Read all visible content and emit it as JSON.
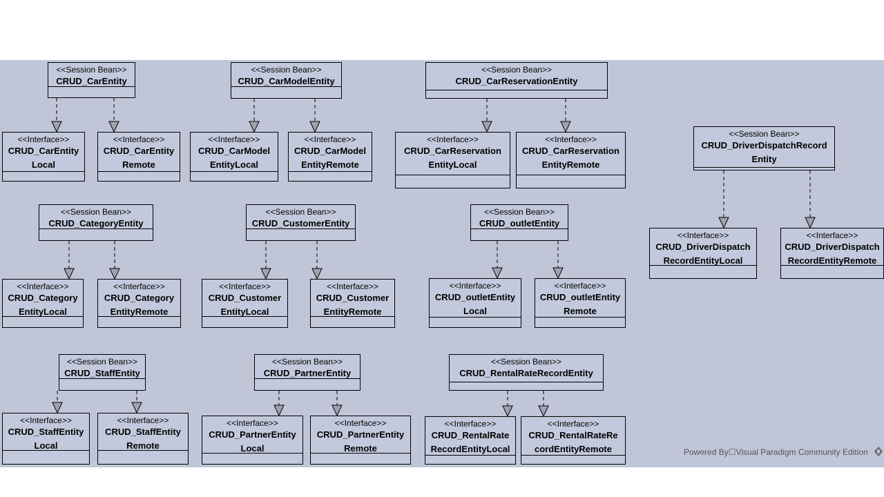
{
  "boxes": [
    {
      "id": "b1",
      "stereo": "<<Session Bean>>",
      "name": "CRUD_CarEntity"
    },
    {
      "id": "b2",
      "stereo": "<<Interface>>",
      "name": "CRUD_CarEntity\nLocal"
    },
    {
      "id": "b3",
      "stereo": "<<Interface>>",
      "name": "CRUD_CarEntity\nRemote"
    },
    {
      "id": "b4",
      "stereo": "<<Session Bean>>",
      "name": "CRUD_CarModelEntity"
    },
    {
      "id": "b5",
      "stereo": "<<Interface>>",
      "name": "CRUD_CarModel\nEntityLocal"
    },
    {
      "id": "b6",
      "stereo": "<<Interface>>",
      "name": "CRUD_CarModel\nEntityRemote"
    },
    {
      "id": "b7",
      "stereo": "<<Session Bean>>",
      "name": "CRUD_CarReservationEntity"
    },
    {
      "id": "b8",
      "stereo": "<<Interface>>",
      "name": "CRUD_CarReservation\nEntityLocal"
    },
    {
      "id": "b9",
      "stereo": "<<Interface>>",
      "name": "CRUD_CarReservation\nEntityRemote"
    },
    {
      "id": "b10",
      "stereo": "<<Session Bean>>",
      "name": "CRUD_DriverDispatchRecord\nEntity"
    },
    {
      "id": "b11",
      "stereo": "<<Interface>>",
      "name": "CRUD_DriverDispatch\nRecordEntityLocal"
    },
    {
      "id": "b12",
      "stereo": "<<Interface>>",
      "name": "CRUD_DriverDispatch\nRecordEntityRemote"
    },
    {
      "id": "b13",
      "stereo": "<<Session Bean>>",
      "name": "CRUD_CategoryEntity"
    },
    {
      "id": "b14",
      "stereo": "<<Interface>>",
      "name": "CRUD_Category\nEntityLocal"
    },
    {
      "id": "b15",
      "stereo": "<<Interface>>",
      "name": "CRUD_Category\nEntityRemote"
    },
    {
      "id": "b16",
      "stereo": "<<Session Bean>>",
      "name": "CRUD_CustomerEntity"
    },
    {
      "id": "b17",
      "stereo": "<<Interface>>",
      "name": "CRUD_Customer\nEntityLocal"
    },
    {
      "id": "b18",
      "stereo": "<<Interface>>",
      "name": "CRUD_Customer\nEntityRemote"
    },
    {
      "id": "b19",
      "stereo": "<<Session Bean>>",
      "name": "CRUD_outletEntity"
    },
    {
      "id": "b20",
      "stereo": "<<Interface>>",
      "name": "CRUD_outletEntity\nLocal"
    },
    {
      "id": "b21",
      "stereo": "<<Interface>>",
      "name": "CRUD_outletEntity\nRemote"
    },
    {
      "id": "b22",
      "stereo": "<<Session Bean>>",
      "name": "CRUD_StaffEntity"
    },
    {
      "id": "b23",
      "stereo": "<<Interface>>",
      "name": "CRUD_StaffEntity\nLocal"
    },
    {
      "id": "b24",
      "stereo": "<<Interface>>",
      "name": "CRUD_StaffEntity\nRemote"
    },
    {
      "id": "b25",
      "stereo": "<<Session Bean>>",
      "name": "CRUD_PartnerEntity"
    },
    {
      "id": "b26",
      "stereo": "<<Interface>>",
      "name": "CRUD_PartnerEntity\nLocal"
    },
    {
      "id": "b27",
      "stereo": "<<Interface>>",
      "name": "CRUD_PartnerEntity\nRemote"
    },
    {
      "id": "b28",
      "stereo": "<<Session Bean>>",
      "name": "CRUD_RentalRateRecordEntity"
    },
    {
      "id": "b29",
      "stereo": "<<Interface>>",
      "name": "CRUD_RentalRate\nRecordEntityLocal"
    },
    {
      "id": "b30",
      "stereo": "<<Interface>>",
      "name": "CRUD_RentalRateRe\ncordEntityRemote"
    }
  ],
  "links": [
    {
      "from": "b1",
      "to": "b2"
    },
    {
      "from": "b1",
      "to": "b3"
    },
    {
      "from": "b4",
      "to": "b5"
    },
    {
      "from": "b4",
      "to": "b6"
    },
    {
      "from": "b7",
      "to": "b8"
    },
    {
      "from": "b7",
      "to": "b9"
    },
    {
      "from": "b10",
      "to": "b11"
    },
    {
      "from": "b10",
      "to": "b12"
    },
    {
      "from": "b13",
      "to": "b14"
    },
    {
      "from": "b13",
      "to": "b15"
    },
    {
      "from": "b16",
      "to": "b17"
    },
    {
      "from": "b16",
      "to": "b18"
    },
    {
      "from": "b19",
      "to": "b20"
    },
    {
      "from": "b19",
      "to": "b21"
    },
    {
      "from": "b22",
      "to": "b23"
    },
    {
      "from": "b22",
      "to": "b24"
    },
    {
      "from": "b25",
      "to": "b26"
    },
    {
      "from": "b25",
      "to": "b27"
    },
    {
      "from": "b28",
      "to": "b29"
    },
    {
      "from": "b28",
      "to": "b30"
    }
  ],
  "footer": {
    "text": "Powered By☐Visual Paradigm Community Edition",
    "logo_icon": "visual-paradigm-logo-icon"
  }
}
